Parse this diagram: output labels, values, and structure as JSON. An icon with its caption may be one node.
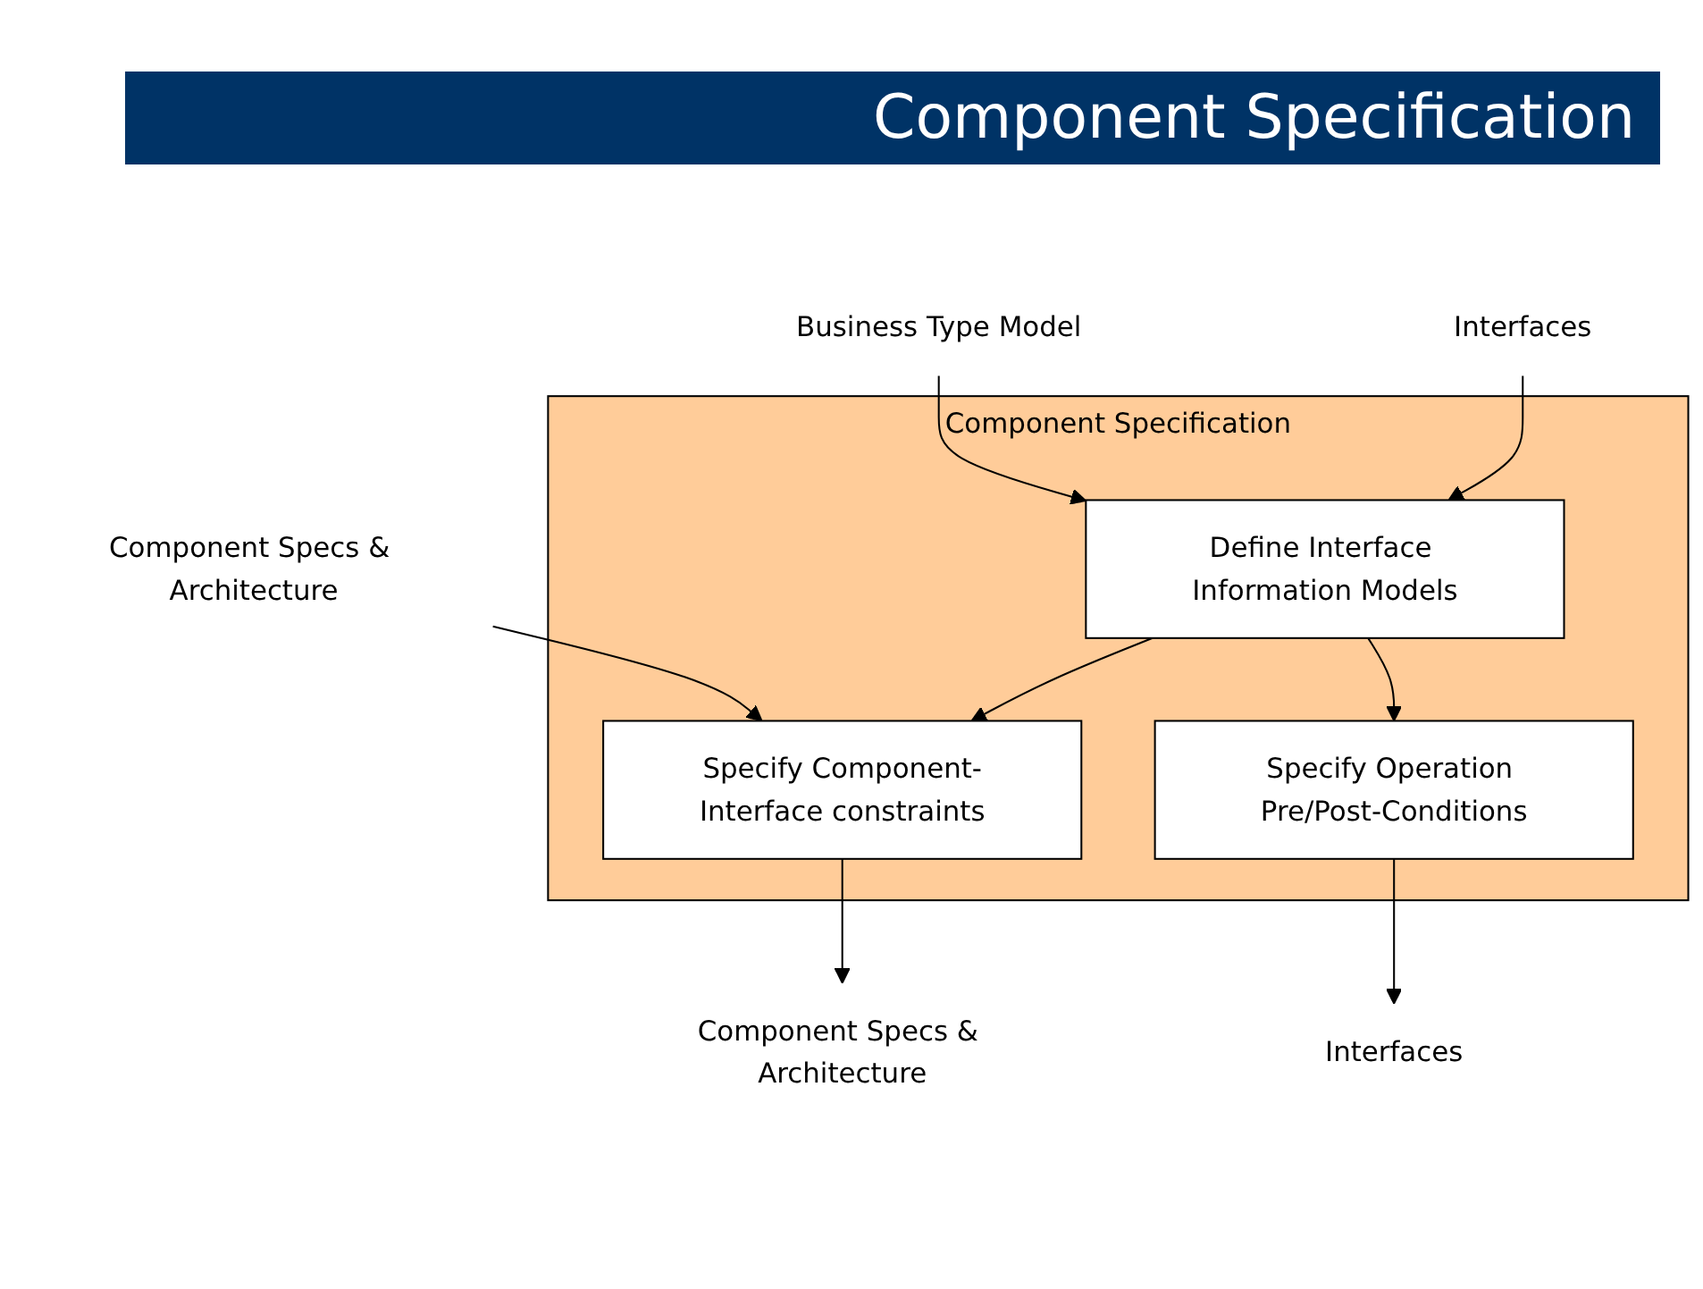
{
  "diagram": {
    "title": "Component Specification",
    "nodes": [
      {
        "text": [
          "Business Type Model"
        ]
      },
      {
        "text": [
          "Interfaces"
        ]
      },
      {
        "text": [
          "Component Specs & Architecture"
        ]
      },
      {
        "text": [
          "Component Specification"
        ]
      },
      {
        "text": [
          "Define Interface Information Models"
        ],
        "in": 3
      },
      {
        "text": [
          "Specify Operation Pre/Post-Conditions"
        ],
        "in": 3
      },
      {
        "text": [
          "Specify Component-Interface constraints"
        ],
        "in": 3
      },
      {
        "text": [
          "Interfaces"
        ]
      },
      {
        "text": [
          "Component Specs & Architecture"
        ]
      }
    ],
    "edges": [
      {
        "from": 0,
        "to": 4,
        "arrow": "to"
      },
      {
        "from": 1,
        "to": 4,
        "arrow": "to"
      },
      {
        "from": 2,
        "to": 6,
        "arrow": "to"
      },
      {
        "from": 4,
        "to": 6,
        "arrow": "to"
      },
      {
        "from": 4,
        "to": 5,
        "arrow": "to"
      },
      {
        "from": 5,
        "to": 7,
        "arrow": "to"
      },
      {
        "from": 6,
        "to": 8,
        "arrow": "to"
      }
    ]
  }
}
